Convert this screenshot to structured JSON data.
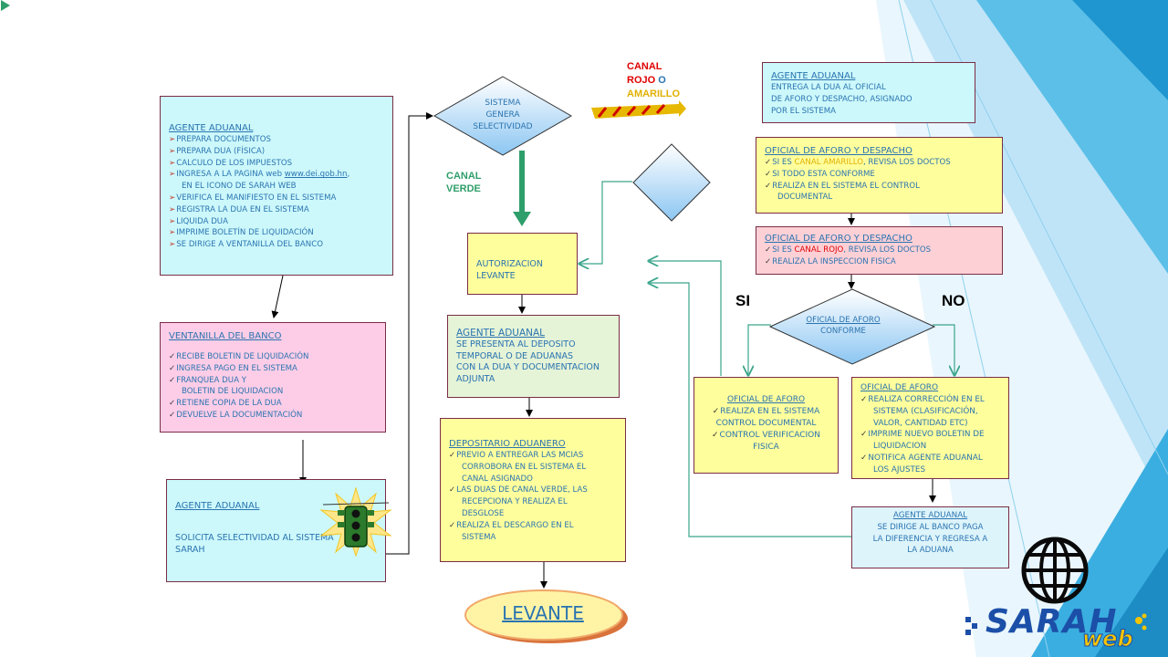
{
  "colors": {
    "red": "#e00000",
    "yellow": "#e0b000",
    "green": "#2e9e6a",
    "text_blue": "#2a74b0"
  },
  "canal_rojo": {
    "line1": "CANAL",
    "word_rojo": "ROJO",
    "word_o": "O",
    "line3": "AMARILLO"
  },
  "canal_verde": {
    "line1": "CANAL",
    "line2": "VERDE"
  },
  "si": "SI",
  "no": "NO",
  "box_agente1": {
    "title": "AGENTE ADUANAL",
    "items": [
      "PREPARA DOCUMENTOS",
      "PREPARA DUA (FÍSICA)",
      "CALCULO DE LOS IMPUESTOS"
    ],
    "item4_text": "INGRESA A LA PAGINA web ",
    "item4_link": "www.dei.gob.hn",
    "item4_after": ",",
    "item4_cont": "EN EL ICONO DE SARAH WEB",
    "items2": [
      "VERIFICA EL MANIFIESTO EN EL SISTEMA",
      "REGISTRA LA DUA EN EL SISTEMA",
      "LIQUIDA DUA",
      "IMPRIME BOLETÍN DE LIQUIDACIÓN",
      "SE DIRIGE A VENTANILLA DEL BANCO"
    ]
  },
  "box_banco": {
    "title": "VENTANILLA DEL BANCO",
    "items": [
      "RECIBE BOLETIN DE LIQUIDACIÓN",
      "INGRESA PAGO EN EL SISTEMA"
    ],
    "item3": "FRANQUEA DUA Y",
    "item3_cont": "BOLETIN DE LIQUIDACION",
    "items2": [
      "RETIENE COPIA DE LA DUA",
      "DEVUELVE LA DOCUMENTACIÓN"
    ]
  },
  "box_agente_selectividad": {
    "title": "AGENTE ADUANAL",
    "text": "SOLICITA SELECTIVIDAD AL SISTEMA\nSARAH"
  },
  "diamond_sistema": "SISTEMA\nGENERA\nSELECTIVIDAD",
  "box_autorizacion": "AUTORIZACION\nLEVANTE",
  "box_agente_deposito": {
    "title": "AGENTE ADUANAL",
    "text": "SE PRESENTA AL DEPOSITO\nTEMPORAL O DE ADUANAS\nCON  LA DUA Y DOCUMENTACION\nADJUNTA"
  },
  "box_depositario": {
    "title": "DEPOSITARIO ADUANERO",
    "item1": "PREVIO  A ENTREGAR LAS MCIAS",
    "item1_cont": "CORROBORA EN EL SISTEMA EL\nCANAL ASIGNADO",
    "item2": "LAS DUAS DE CANAL VERDE, LAS",
    "item2_cont": "RECEPCIONA Y REALIZA EL\nDESGLOSE",
    "item3": "REALIZA  EL DESCARGO EN EL",
    "item3_cont": "SISTEMA"
  },
  "levante": "LEVANTE",
  "box_agente_oficial": {
    "title": "AGENTE ADUANAL",
    "text": "ENTREGA LA DUA  AL OFICIAL\nDE AFORO Y DESPACHO, ASIGNADO\nPOR EL SISTEMA"
  },
  "box_oficial_amarillo": {
    "title": "OFICIAL  DE AFORO  Y DESPACHO",
    "item1_pre": "SI ES ",
    "item1_canal": "CANAL AMARILLO",
    "item1_post": ", REVISA LOS DOCTOS",
    "item2": "SI TODO ESTA CONFORME",
    "item3": "REALIZA EN EL SISTEMA  EL CONTROL",
    "item3_cont": "DOCUMENTAL"
  },
  "box_oficial_rojo": {
    "title": "OFICIAL  DE AFORO  Y DESPACHO",
    "item1_pre": "SI ES ",
    "item1_canal": "CANAL ROJO",
    "item1_post": ", REVISA LOS DOCTOS",
    "item2": "REALIZA LA INSPECCION FISICA"
  },
  "diamond_conforme": {
    "title": "OFICIAL DE AFORO",
    "text": "CONFORME"
  },
  "box_si_result": {
    "title": "OFICIAL DE AFORO",
    "item1": "REALIZA EN EL SISTEMA",
    "item1_cont": "CONTROL DOCUMENTAL",
    "item2": "CONTROL VERIFICACION",
    "item2_cont": "FISICA"
  },
  "box_no_result": {
    "title": "OFICIAL DE AFORO",
    "item1": "REALIZA CORRECCIÓN EN EL",
    "item1_cont": "SISTEMA  (CLASIFICACIÓN,\nVALOR, CANTIDAD ETC)",
    "item2": "IMPRIME NUEVO BOLETIN DE",
    "item2_cont": "LIQUIDACION",
    "item3": "NOTIFICA AGENTE ADUANAL",
    "item3_cont": "LOS AJUSTES"
  },
  "box_agente_banco": {
    "title": "AGENTE ADUANAL",
    "text": "SE DIRIGE AL BANCO PAGA\nLA DIFERENCIA Y REGRESA A\nLA ADUANA"
  },
  "logo": {
    "name": "SARAH",
    "sub": "web"
  }
}
